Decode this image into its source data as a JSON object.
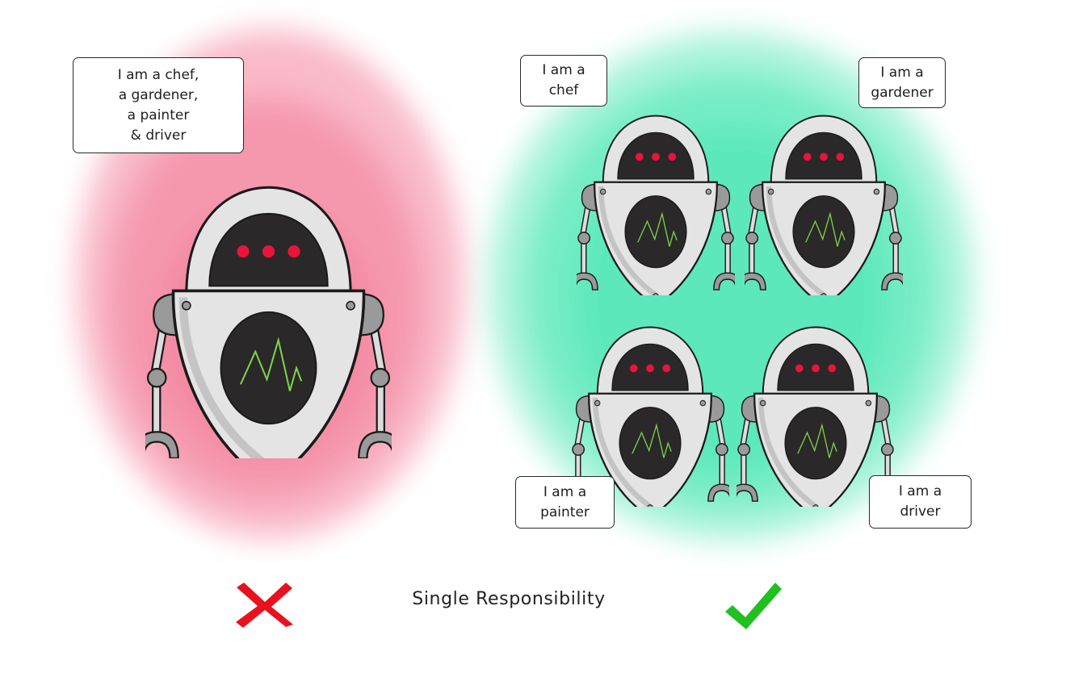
{
  "left_panel": {
    "status": "incorrect",
    "status_icon": "cross-icon",
    "status_color": "#e8111e",
    "background_color": "#f58aa3",
    "speech_bubble": {
      "lines": [
        "I am a chef,",
        "a gardener,",
        "a painter",
        "& driver"
      ]
    }
  },
  "right_panel": {
    "status": "correct",
    "status_icon": "checkmark-icon",
    "status_color": "#1fc01f",
    "background_color": "#3fe8b0",
    "robots": [
      {
        "speech_bubble": {
          "lines": [
            "I am a",
            "chef"
          ]
        }
      },
      {
        "speech_bubble": {
          "lines": [
            "I am a",
            "gardener"
          ]
        }
      },
      {
        "speech_bubble": {
          "lines": [
            "I am a",
            "painter"
          ]
        }
      },
      {
        "speech_bubble": {
          "lines": [
            "I am a",
            "driver"
          ]
        }
      }
    ]
  },
  "caption": "Single Responsibility",
  "robot_colors": {
    "body": "#e4e4e4",
    "outline": "#1a1a1a",
    "visor": "#2a2828",
    "eyes": "#e8143c",
    "screen_line": "#7ad64a",
    "joint": "#9a9a9a"
  }
}
